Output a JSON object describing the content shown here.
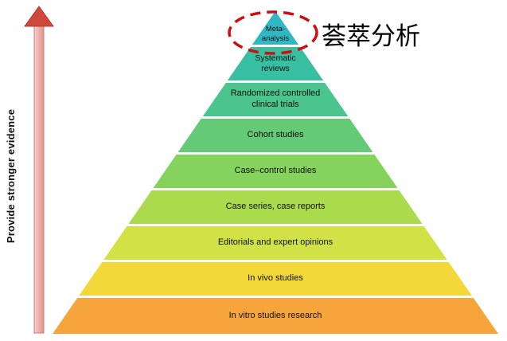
{
  "arrow": {
    "label": "Provide stronger evidence",
    "head_color": "#d0473b",
    "body_color_light": "#f6cdc8",
    "body_color_dark": "#e0958d",
    "outline_color": "#c0504d"
  },
  "annotation": {
    "label": "荟萃分析",
    "ellipse_color": "#cc1010"
  },
  "pyramid": {
    "levels": [
      {
        "label": "Meta-\nanalysis",
        "color": "#31b7c3"
      },
      {
        "label": "Systematic\nreviews",
        "color": "#38bfa2"
      },
      {
        "label": "Randomized controlled\nclinical trials",
        "color": "#4cc48e"
      },
      {
        "label": "Cohort studies",
        "color": "#65ca75"
      },
      {
        "label": "Case–control studies",
        "color": "#85d35c"
      },
      {
        "label": "Case series, case reports",
        "color": "#a9db4c"
      },
      {
        "label": "Editorials and expert opinions",
        "color": "#d2e246"
      },
      {
        "label": "In vivo studies",
        "color": "#f3d83a"
      },
      {
        "label": "In vitro studies research",
        "color": "#f6a53d"
      }
    ]
  }
}
